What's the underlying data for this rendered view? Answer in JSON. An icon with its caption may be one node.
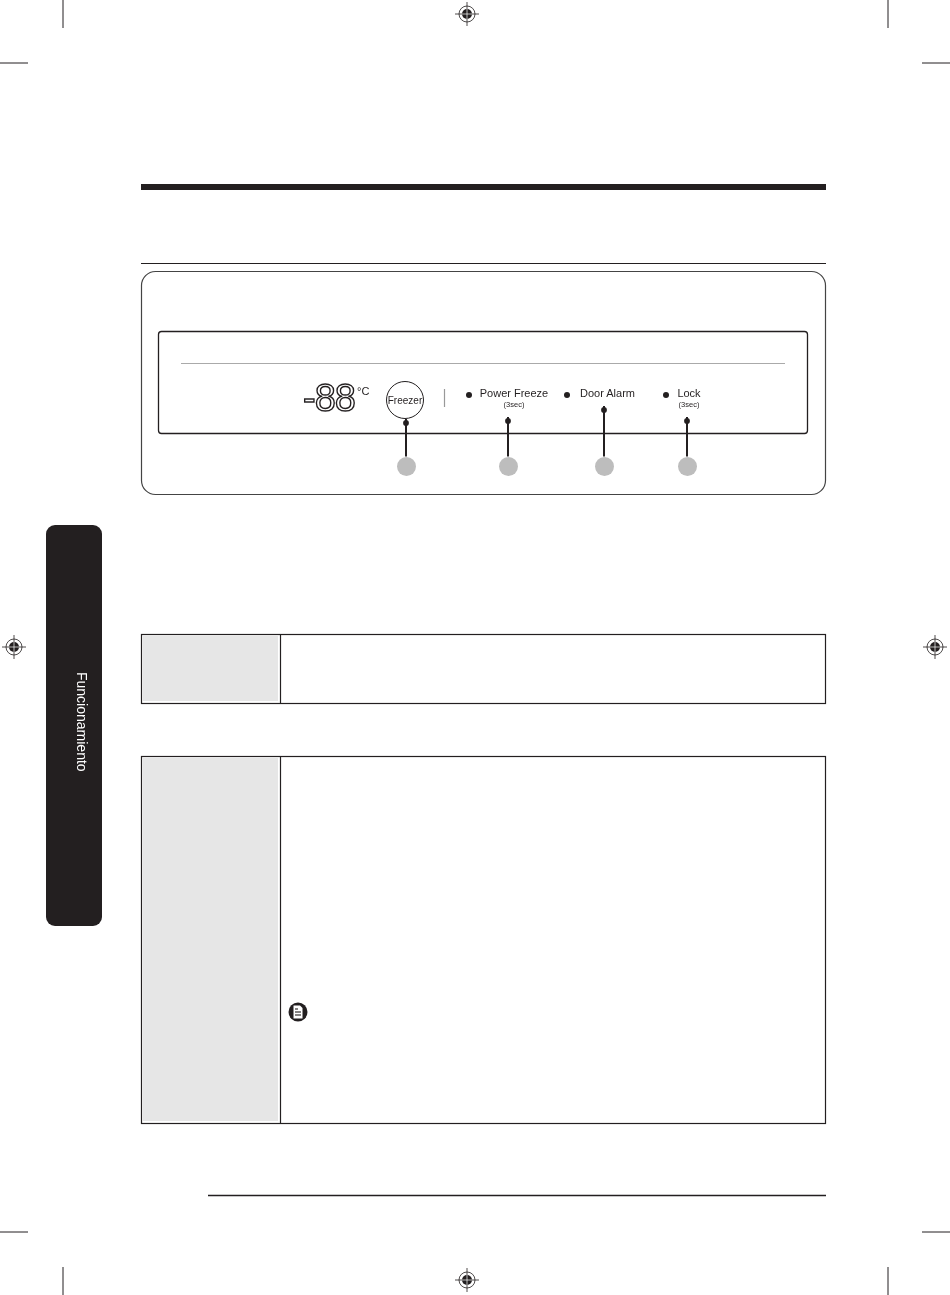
{
  "diagram": {
    "nodes": [
      {
        "text": [
          "Freezer"
        ]
      },
      {
        "text": [
          "Power Freeze",
          "(3sec)"
        ]
      },
      {
        "text": [
          "Door Alarm"
        ]
      },
      {
        "text": [
          "Lock",
          "(3sec)"
        ]
      },
      {
        "text": [],
        "shape": "circle"
      },
      {
        "text": [],
        "shape": "circle"
      },
      {
        "text": [],
        "shape": "circle"
      },
      {
        "text": [],
        "shape": "circle"
      }
    ],
    "edges": [
      {
        "from": 0,
        "to": 4,
        "arrow": "other"
      },
      {
        "from": 1,
        "to": 5,
        "arrow": "other"
      },
      {
        "from": 2,
        "to": 6,
        "arrow": "other"
      },
      {
        "from": 3,
        "to": 7,
        "arrow": "other"
      }
    ],
    "labels": [
      "-88",
      "°C",
      "Funcionamiento"
    ]
  }
}
